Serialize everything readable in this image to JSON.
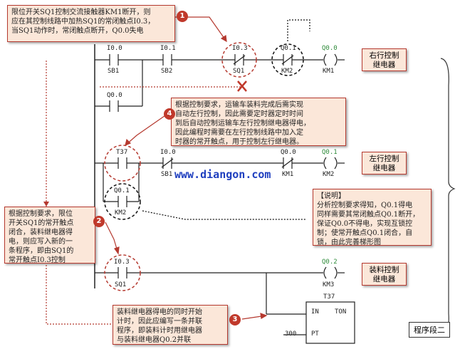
{
  "notes": {
    "note1": "限位开关SQ1控制交流接触器KM1断开，则\n应在其控制线路中加热SQ1的常闭触点I0.3，\n当SQ1动作时，常闭触点断开，Q0.0失电",
    "note2": "根据控制要求，运输车装料完成后需实现\n自动左行控制，因此需要定时器定时时间\n到后自动控制运输车左行控制继电器得电，\n因此编程时需要在左行控制线路中加入定\n时器的常开触点，用于控制左行继电器。",
    "note3": "根据控制要求，限位\n开关SQ1的常开触点\n闭合，装料继电器得\n电，则应写入新的一\n条程序，即由SQ1的\n常开触点I0.3控制",
    "note4": "【说明】\n分析控制要求得知，Q0.1得电\n同样需要其常闭触点Q0.1断开，\n保证Q0.0不得电，实现互锁控\n制；使常开触点Q0.1闭合，自\n锁，由此完善梯形图",
    "note5": "装料继电器得电的同时开始\n计时，因此应编写一条并联\n程序，即装料计时用继电器\n与装料继电器Q0.2并联"
  },
  "badges": [
    "1",
    "4",
    "2",
    "3"
  ],
  "coils": {
    "right": "右行控制\n继电器",
    "left": "左行控制\n继电器",
    "load": "装料控制\n继电器"
  },
  "rung1": {
    "c1_addr": "I0.0",
    "c1_name": "SB1",
    "c2_addr": "I0.1",
    "c2_name": "SB2",
    "c3_addr": "I0.3",
    "c3_name": "SQ1",
    "c4_addr": "Q0.1",
    "c4_name": "KM2",
    "coil_addr": "Q0.0",
    "coil_name": "KM1",
    "hold_addr": "Q0.0"
  },
  "rung2": {
    "c1_addr": "T37",
    "c2_addr": "I0.0",
    "c2_name": "SB1",
    "c3_addr": "Q0.0",
    "c3_name": "KM1",
    "coil_addr": "Q0.1",
    "coil_name": "KM2",
    "hold_addr": "Q0.1",
    "hold_name": "KM2"
  },
  "rung3": {
    "c1_addr": "I0.3",
    "c1_name": "SQ1",
    "coil_addr": "Q0.2",
    "coil_name": "KM3"
  },
  "timer": {
    "name": "T37",
    "in": "IN",
    "ton": "TON",
    "pt": "PT",
    "preset": "300"
  },
  "watermark": "www.diangon.com",
  "section_label": "程序段二",
  "colors": {
    "accent": "#b5392f",
    "note_bg": "#fbe7d9",
    "green": "#2e8b3a",
    "watermark": "#1f3fbf"
  }
}
